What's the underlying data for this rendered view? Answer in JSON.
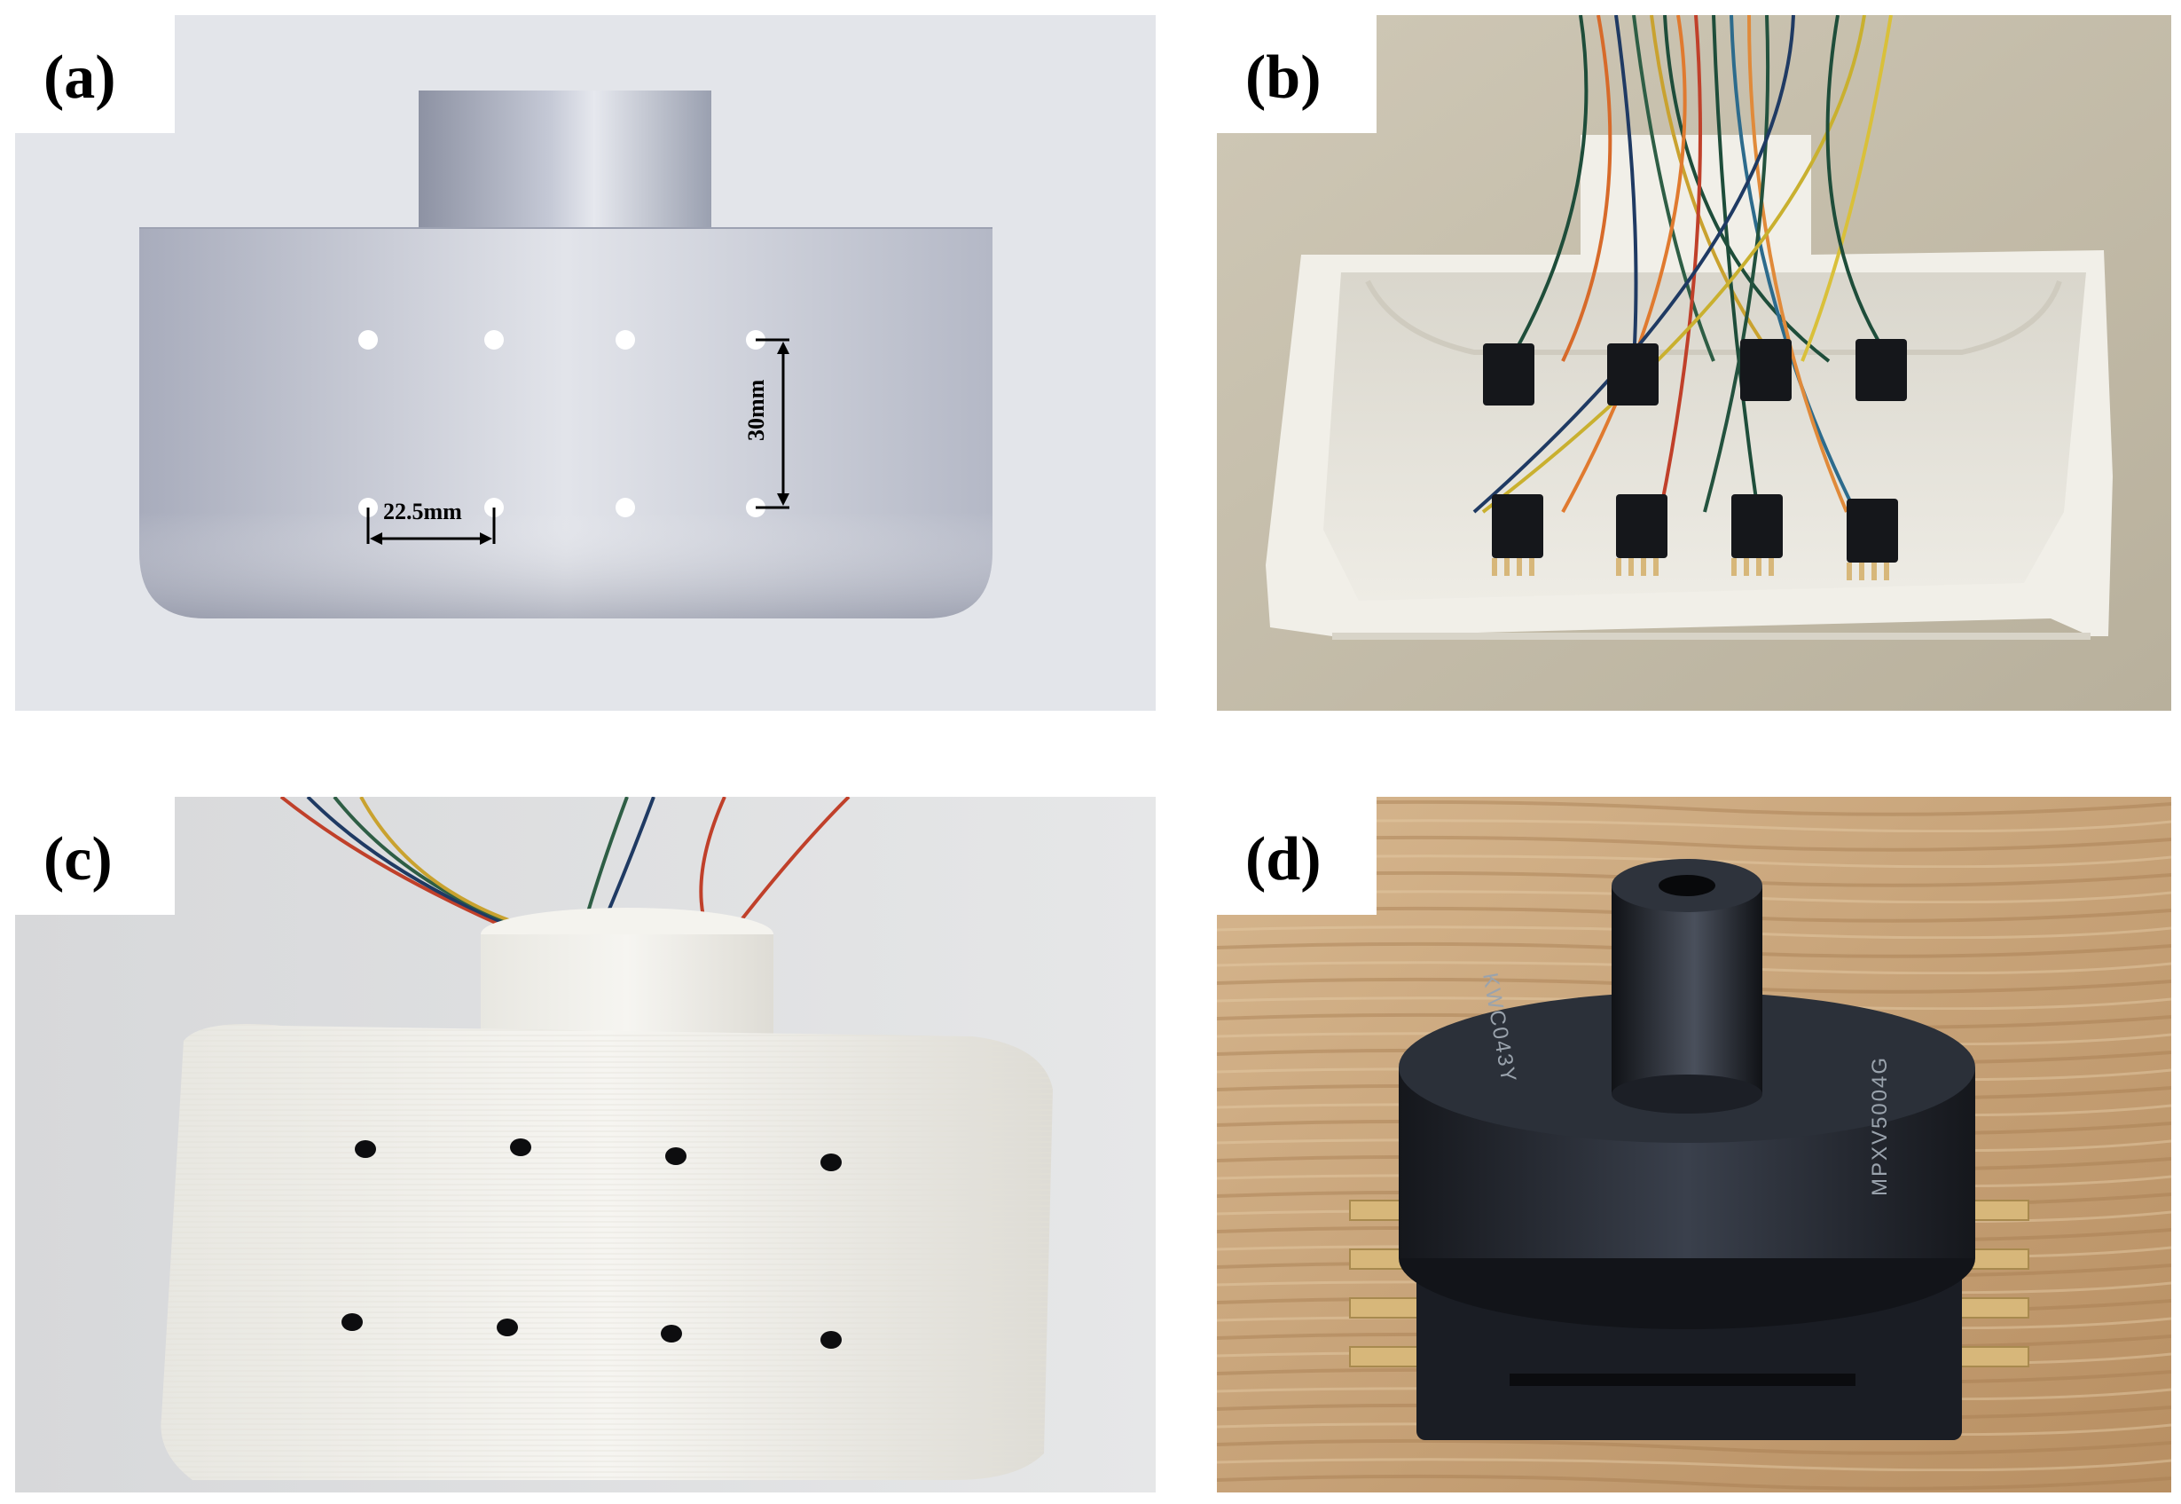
{
  "panels": {
    "a": {
      "label": "(a)",
      "dim_horizontal": "22.5mm",
      "dim_vertical": "30mm"
    },
    "b": {
      "label": "(b)"
    },
    "c": {
      "label": "(c)"
    },
    "d": {
      "label": "(d)",
      "marking_left": "KWC043Y",
      "marking_right": "MPXV5004G"
    }
  },
  "colors": {
    "cad_background": "#e3e5ea",
    "cad_body": "#c4c7d4",
    "printed_white": "#f2f1ec",
    "sensor_black": "#1b1e24",
    "wood": "#c9a47a",
    "gold_pins": "#d7b77a"
  }
}
